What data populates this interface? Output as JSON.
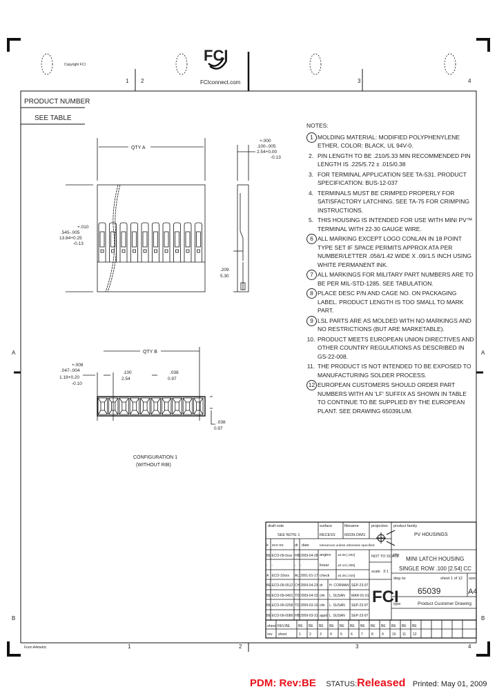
{
  "header": {
    "copyright": "Copyright FCI",
    "logo_text": "FCI",
    "website": "FCIconnect.com",
    "zones_top": [
      "1",
      "2",
      "3",
      "4"
    ],
    "zones_side": [
      "A",
      "B"
    ],
    "form_label": "Form A4metric"
  },
  "product_number": {
    "label": "PRODUCT NUMBER",
    "value": "SEE TABLE"
  },
  "drawing": {
    "qty_a": "QTY A",
    "qty_b": "QTY B",
    "dim_pitch_top": [
      "+.000",
      ".100-.005",
      "2.54+0.00",
      "-0.13"
    ],
    "dim_height": [
      "+.010",
      ".545-.005",
      "13.84+0.25",
      "-0.13"
    ],
    "dim_side": [
      ".209",
      "5.30"
    ],
    "dim_end": [
      "+.008",
      ".047-.004",
      "1.19+0.20",
      "-0.10"
    ],
    "dim_pitch": [
      ".100",
      "2.54"
    ],
    "dim_gap": [
      ".038",
      "0.97"
    ],
    "dim_thick": [
      ".038",
      "0.97"
    ],
    "config_label": [
      "CONFIGURATION 1",
      "(WITHOUT RIB)"
    ]
  },
  "notes": {
    "title": "NOTES:",
    "items": [
      {
        "num": "1",
        "circled": true,
        "lines": [
          "MOLDING MATERIAL: MODIFIED POLYPHENYLENE",
          "ETHER, COLOR: BLACK, UL 94V-0."
        ]
      },
      {
        "num": "2.",
        "circled": false,
        "lines": [
          "PIN LENGTH TO BE .210/5.33 MIN RECOMMENDED",
          "PIN LENGTH IS .225/5.72 ± .015/0.38"
        ]
      },
      {
        "num": "3.",
        "circled": false,
        "lines": [
          "FOR TERMINAL APPLICATION SEE TA-531.",
          "PRODUCT SPECIFICATION: BUS-12-037"
        ]
      },
      {
        "num": "4.",
        "circled": false,
        "lines": [
          "TERMINALS MUST BE CRIMPED PROPERLY FOR",
          "SATISFACTORY LATCHING. SEE TA-75 FOR",
          "CRIMPING INSTRUCTIONS."
        ]
      },
      {
        "num": "5.",
        "circled": false,
        "lines": [
          "THIS HOUSING IS INTENDED FOR USE WITH",
          "MINI PV™ TERMINAL WITH 22-30 GAUGE",
          "WIRE."
        ]
      },
      {
        "num": "6",
        "circled": true,
        "lines": [
          "ALL MARKING EXCEPT LOGO CONLAN IN 18 POINT",
          "TYPE SET IF SPACE PERMITS APPROX ATA PER",
          "NUMBER/LETTER .056/1.42 WIDE X .09/1.5 INCH",
          "USING WHITE PERMANENT INK."
        ]
      },
      {
        "num": "7",
        "circled": true,
        "lines": [
          "ALL MARKINGS FOR MILITARY PART NUMBERS ARE",
          "TO BE PER MIL-STD-1285. SEE TABULATION."
        ]
      },
      {
        "num": "8",
        "circled": true,
        "lines": [
          "PLACE DESC P/N AND CAGE NO. ON PACKAGING",
          "LABEL. PRODUCT LENGTH IS TOO SMALL TO",
          "MARK PART."
        ]
      },
      {
        "num": "9",
        "circled": true,
        "lines": [
          "LSL PARTS ARE AS MOLDED WITH NO MARKINGS",
          "AND NO RESTRICTIONS (BUT ARE MARKETABLE)."
        ]
      },
      {
        "num": "10.",
        "circled": false,
        "lines": [
          "PRODUCT MEETS EUROPEAN UNION DIRECTIVES AND",
          "OTHER COUNTRY REGULATIONS AS DESCRIBED IN",
          "GS-22-008."
        ]
      },
      {
        "num": "11.",
        "circled": false,
        "lines": [
          "THE PRODUCT IS NOT INTENDED TO BE EXPOSED TO",
          "MANUFACTURING SOLDER PROCESS."
        ]
      },
      {
        "num": "12",
        "circled": true,
        "lines": [
          "EUROPEAN CUSTOMERS SHOULD ORDER PART NUMBERS",
          "WITH AN 'LF' SUFFIX AS SHOWN IN TABLE TO CONTINUE",
          "TO BE SUPPLIED BY THE EUROPEAN PLANT. SEE",
          "DRAWING 65039LUM."
        ]
      }
    ]
  },
  "title_block": {
    "draft_note_label": "draft note",
    "draft_note": "SEE NOTE 1",
    "surface_label": "surface",
    "surface": "RECESS",
    "filename_label": "filename",
    "filename": "65039.DWG",
    "projection_label": "projection",
    "product_family_label": "product family",
    "product_family": "PV HOUSINGS",
    "rev_headers": [
      "lr",
      "ecn no",
      "dr",
      "date"
    ],
    "tolerance_note": "tolerances unless otherwise specified",
    "rev_rows": [
      [
        "BE",
        "ECO-09-0xxx",
        "HB",
        "2009-04-28"
      ],
      [
        "-",
        "-",
        "-",
        "-"
      ],
      [
        "A",
        "ECO-10xxx",
        "AL",
        "2001-01-17"
      ]
    ],
    "angles_label": "angles",
    "linear_label": "linear",
    "tol_values": [
      "±0.05 [.002]",
      "±0.13 [.005]",
      "±0.25 [.010]"
    ],
    "check_label": "check",
    "not_to_scale": "NOT TO SCALE",
    "scale_label": "scale",
    "scale": "3:1",
    "sign_rows": [
      [
        "BE",
        "ECO-09-0512",
        "CH",
        "2009-04-23",
        "dr",
        "H. CORMAN",
        "SEP-23-97"
      ],
      [
        "BE",
        "ECO-09-0401",
        "TD",
        "2009-04-22",
        "chk",
        "L. SUSAN",
        "MAR-01-01"
      ],
      [
        "BE",
        "ECO-09-0258",
        "TD",
        "2009-03-10",
        "chk",
        "L. SUSAN",
        "SEP-23-97"
      ],
      [
        "BE",
        "ECO-09-0086",
        "HB",
        "2009-03-31",
        "appd",
        "L. SUSAN",
        "SEP-23-97"
      ]
    ],
    "title_label": "title",
    "title_lines": [
      "MINI LATCH HOUSING",
      "SINGLE ROW .100 [2.54] CC"
    ],
    "dwg_label": "dwg no",
    "dwg_no": "65039",
    "sheet_label": "sheet 1 of 12",
    "size_label": "size",
    "size": "A4",
    "type_label": "type",
    "type": "Product Customer Drawing",
    "sheet_row_label": "sheet",
    "rev_row_label": "rev",
    "sheet_revs": [
      "REV.BE",
      "BE",
      "BE",
      "BE",
      "BE",
      "BE",
      "BE",
      "BE",
      "BE",
      "BE",
      "BE",
      "BE",
      "BE"
    ],
    "sheet_nums": [
      "sheet",
      "1",
      "2",
      "3",
      "4",
      "5",
      "6",
      "7",
      "8",
      "9",
      "10",
      "11",
      "12"
    ]
  },
  "footer": {
    "pdm": "PDM: Rev:BE",
    "status_label": "STATUS:",
    "status": "Released",
    "printed": "Printed: May 01, 2009",
    "status_color": "#e8121b"
  }
}
